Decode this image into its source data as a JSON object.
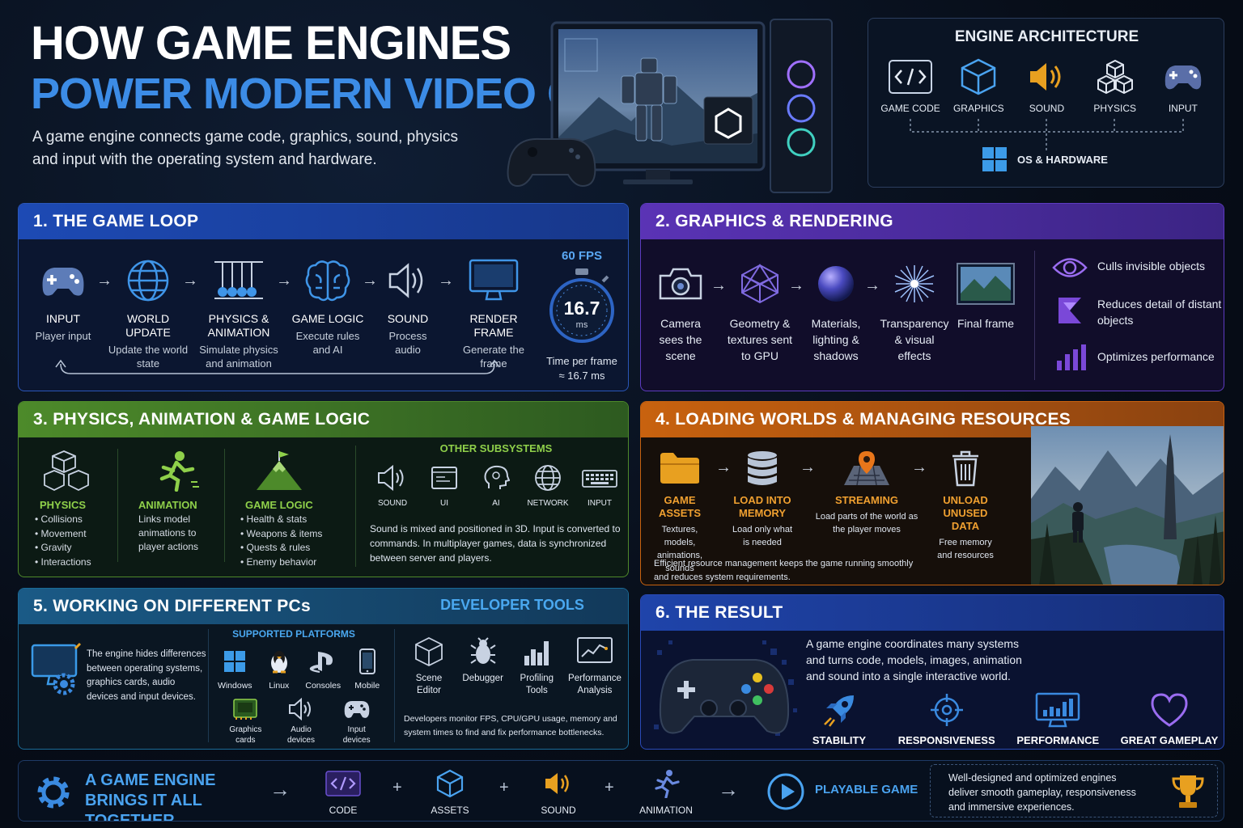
{
  "header": {
    "title_line1": "HOW GAME ENGINES",
    "title_line2": "POWER MODERN VIDEO GAMES",
    "intro": "A game engine connects game code, graphics, sound, physics and input with the operating system and hardware."
  },
  "architecture": {
    "title": "ENGINE ARCHITECTURE",
    "items": [
      {
        "label": "GAME CODE",
        "icon": "code-icon"
      },
      {
        "label": "GRAPHICS",
        "icon": "cube-icon"
      },
      {
        "label": "SOUND",
        "icon": "speaker-icon"
      },
      {
        "label": "PHYSICS",
        "icon": "boxes-icon"
      },
      {
        "label": "INPUT",
        "icon": "gamepad-icon"
      }
    ],
    "base": "OS & HARDWARE"
  },
  "loop": {
    "title": "1.  THE GAME LOOP",
    "steps": [
      {
        "title": "INPUT",
        "desc": "Player input"
      },
      {
        "title": "WORLD UPDATE",
        "desc": "Update the world state"
      },
      {
        "title": "PHYSICS & ANIMATION",
        "desc": "Simulate physics and animation"
      },
      {
        "title": "GAME LOGIC",
        "desc": "Execute rules and AI"
      },
      {
        "title": "SOUND",
        "desc": "Process audio"
      },
      {
        "title": "RENDER FRAME",
        "desc": "Generate the frame"
      }
    ],
    "fps": "60 FPS",
    "ms_value": "16.7",
    "ms_unit": "ms",
    "time_note_line1": "Time per frame",
    "time_note_line2": "≈ 16.7 ms"
  },
  "graphics": {
    "title": "2.  GRAPHICS & RENDERING",
    "steps": [
      "Camera sees the scene",
      "Geometry & textures sent to GPU",
      "Materials, lighting & shadows",
      "Transparency & visual effects",
      "Final frame"
    ],
    "notes": [
      "Culls invisible objects",
      "Reduces detail of distant objects",
      "Optimizes performance"
    ]
  },
  "physics": {
    "title": "3.  PHYSICS, ANIMATION & GAME LOGIC",
    "physics_title": "PHYSICS",
    "physics_items": [
      "Collisions",
      "Movement",
      "Gravity",
      "Interactions"
    ],
    "animation_title": "ANIMATION",
    "animation_desc": "Links model animations to player actions",
    "logic_title": "GAME LOGIC",
    "logic_items": [
      "Health & stats",
      "Weapons & items",
      "Quests & rules",
      "Enemy behavior"
    ],
    "other_title": "OTHER SUBSYSTEMS",
    "subsystems": [
      "SOUND",
      "UI",
      "AI",
      "NETWORK",
      "INPUT"
    ],
    "other_desc": "Sound is mixed and positioned in 3D. Input is converted to commands. In multiplayer games, data is synchronized between server and players."
  },
  "loading": {
    "title": "4.  LOADING WORLDS & MANAGING RESOURCES",
    "steps": [
      {
        "title": "GAME ASSETS",
        "desc": "Textures, models, animations, sounds"
      },
      {
        "title": "LOAD INTO MEMORY",
        "desc": "Load only what is needed"
      },
      {
        "title": "STREAMING",
        "desc": "Load parts of the world as the player moves"
      },
      {
        "title": "UNLOAD UNUSED DATA",
        "desc": "Free memory and resources"
      }
    ],
    "note": "Efficient resource management keeps the game running smoothly and reduces system requirements."
  },
  "platforms": {
    "title": "5.  WORKING ON DIFFERENT PCs",
    "desc": "The engine hides differences between operating systems, graphics cards, audio devices and input devices.",
    "supported_title": "SUPPORTED PLATFORMS",
    "platforms": [
      "Windows",
      "Linux",
      "Consoles",
      "Mobile"
    ],
    "devices": [
      "Graphics cards",
      "Audio devices",
      "Input devices"
    ],
    "tools_title": "DEVELOPER TOOLS",
    "tools": [
      "Scene Editor",
      "Debugger",
      "Profiling Tools",
      "Performance Analysis"
    ],
    "tools_desc": "Developers monitor FPS, CPU/GPU usage, memory and system times to find and fix performance bottlenecks."
  },
  "result": {
    "title": "6.  THE RESULT",
    "desc": "A game engine coordinates many systems and turns code, models, images, animation and sound into a single interactive world.",
    "items": [
      "STABILITY",
      "RESPONSIVENESS",
      "PERFORMANCE",
      "GREAT GAMEPLAY"
    ]
  },
  "footer": {
    "title_line1": "A GAME ENGINE",
    "title_line2": "BRINGS IT ALL TOGETHER",
    "items": [
      "CODE",
      "ASSETS",
      "SOUND",
      "ANIMATION"
    ],
    "plus": "+",
    "arrow": "→",
    "result": "PLAYABLE GAME",
    "note": "Well-designed and optimized engines deliver smooth gameplay, responsiveness and immersive experiences."
  },
  "colors": {
    "blue": "#1b4bb0",
    "purple": "#5b36b8",
    "green": "#4f8a2a",
    "orange": "#c8620f",
    "navy": "#1c3fa8",
    "teal": "#1a5a86",
    "accent": "#3c8ce6"
  }
}
